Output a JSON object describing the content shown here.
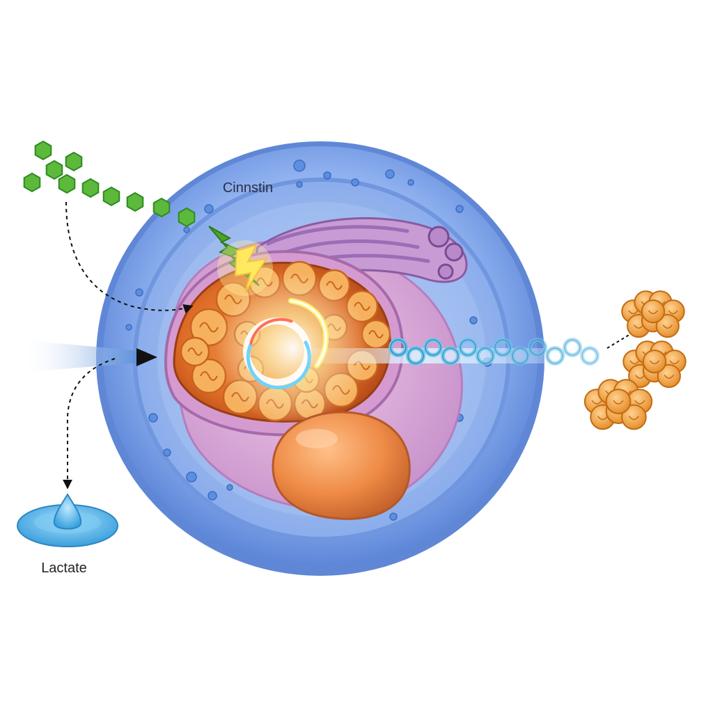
{
  "labels": {
    "membrane_label": "Cinnstin",
    "lactate_label": "Lactate"
  },
  "icons": {
    "cell": "cell-cross-section",
    "nucleus": "nucleus-blob",
    "mitochondrion": "orange-mitochondrion",
    "reticulum": "purple-endoplasmic-reticulum",
    "bead_chain_green": "green-hexagon-chain",
    "bead_chain_blue": "blue-ring-chain",
    "product_clusters": "orange-clusters",
    "lactate_drop": "water-drop",
    "spark": "lightning-spark"
  },
  "colors": {
    "cell_outer": "#6f9be6",
    "cell_inner": "#9fc0f4",
    "cytoplasm": "#d8a9d4",
    "mitochondrion": "#e8742a",
    "mitochondrion_dark": "#b9481a",
    "nucleus": "#ee8a45",
    "reticulum": "#b586c4",
    "green_beads": "#5cb93b",
    "blue_rings": "#6ec5ea",
    "clusters": "#f3a43c",
    "lactate": "#4ab3e8",
    "arrow": "#111111",
    "spark": "#ffe23a"
  }
}
